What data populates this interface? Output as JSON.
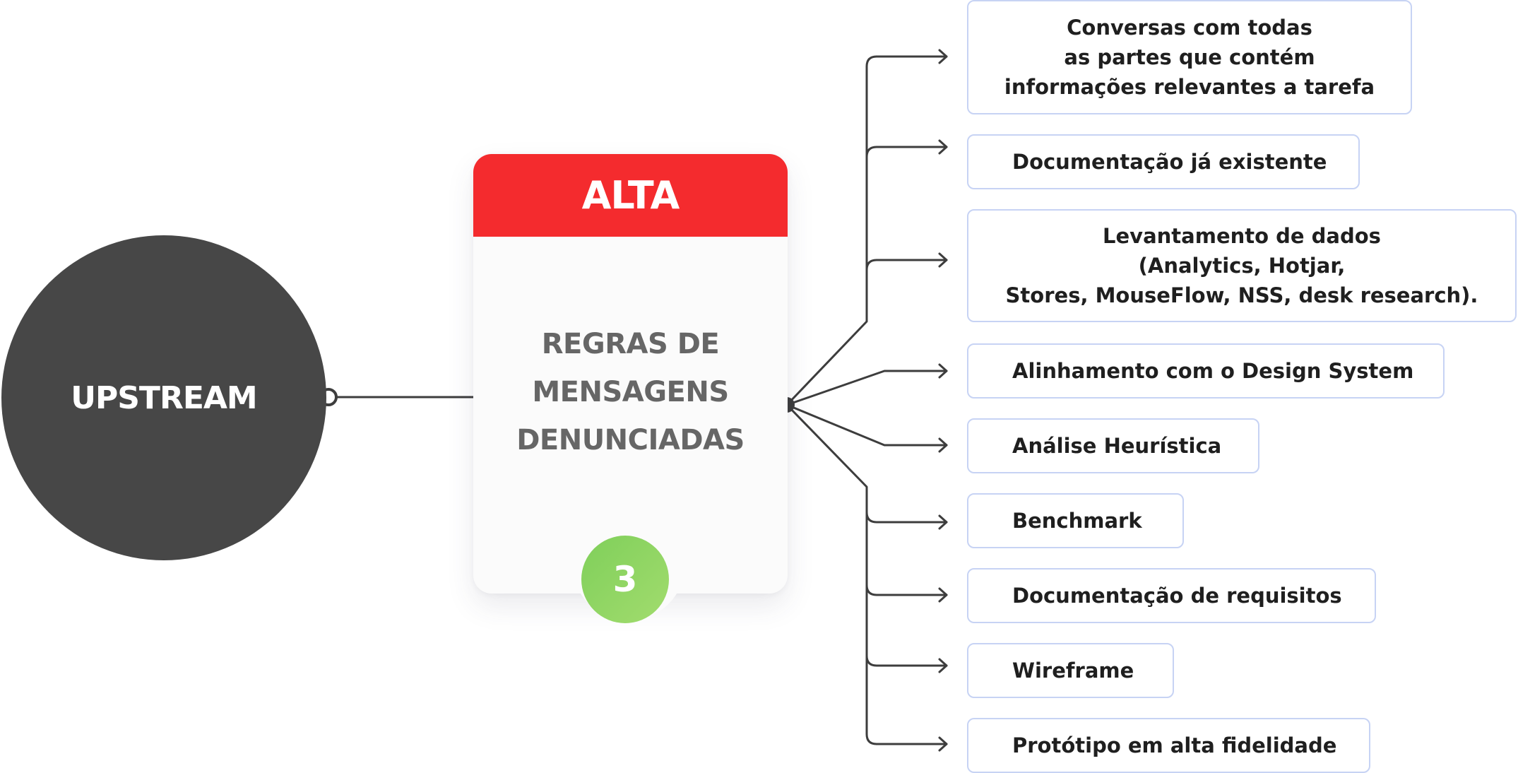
{
  "root": {
    "label": "UPSTREAM"
  },
  "task": {
    "priority_label": "ALTA",
    "priority_color": "#f42b2e",
    "title": "REGRAS DE\nMENSAGENS\nDENUNCIADAS",
    "number": "3",
    "number_color": "#8fd563"
  },
  "steps": [
    {
      "label": "Conversas com todas\nas partes que contém\ninformações relevantes a tarefa"
    },
    {
      "label": "Documentação já existente"
    },
    {
      "label": "Levantamento de dados\n(Analytics, Hotjar,\nStores, MouseFlow, NSS, desk research)."
    },
    {
      "label": "Alinhamento com o Design System"
    },
    {
      "label": "Análise Heurística"
    },
    {
      "label": "Benchmark"
    },
    {
      "label": "Documentação de requisitos"
    },
    {
      "label": "Wireframe"
    },
    {
      "label": "Protótipo em alta fidelidade"
    }
  ],
  "colors": {
    "circle": "#474747",
    "connector": "#3d3d3d",
    "box_border": "#c7d3f4"
  }
}
